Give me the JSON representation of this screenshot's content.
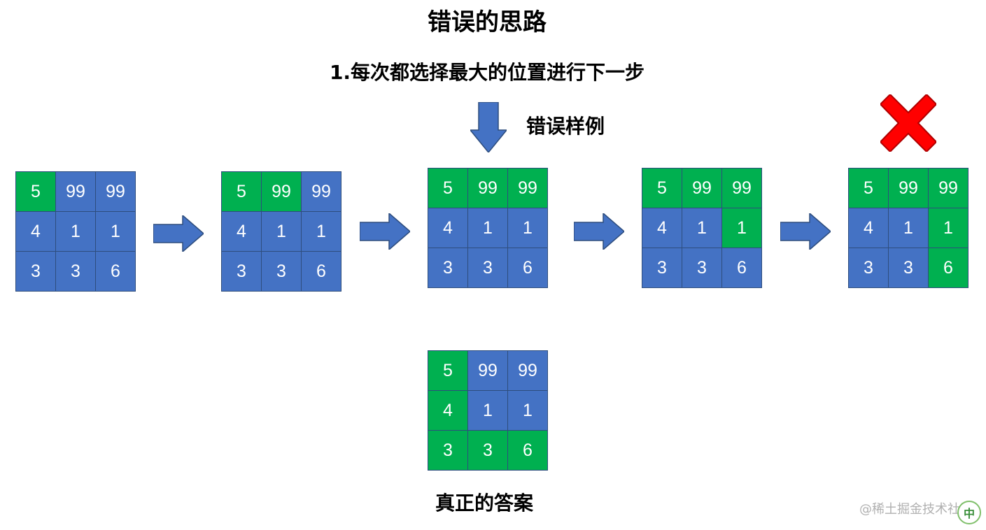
{
  "title": "错误的思路",
  "subtitle": "1.每次都选择最大的位置进行下一步",
  "wrong_example_label": "错误样例",
  "correct_answer_label": "真正的答案",
  "watermark": "@稀土掘金技术社区",
  "watermark_badge": "中",
  "colors": {
    "cell": "#4472c4",
    "highlight": "#00b050",
    "arrow": "#4472c4",
    "cross": "#ff0000"
  },
  "grids": [
    {
      "cells": [
        "5",
        "99",
        "99",
        "4",
        "1",
        "1",
        "3",
        "3",
        "6"
      ],
      "highlight": [
        true,
        false,
        false,
        false,
        false,
        false,
        false,
        false,
        false
      ]
    },
    {
      "cells": [
        "5",
        "99",
        "99",
        "4",
        "1",
        "1",
        "3",
        "3",
        "6"
      ],
      "highlight": [
        true,
        true,
        false,
        false,
        false,
        false,
        false,
        false,
        false
      ]
    },
    {
      "cells": [
        "5",
        "99",
        "99",
        "4",
        "1",
        "1",
        "3",
        "3",
        "6"
      ],
      "highlight": [
        true,
        true,
        true,
        false,
        false,
        false,
        false,
        false,
        false
      ]
    },
    {
      "cells": [
        "5",
        "99",
        "99",
        "4",
        "1",
        "1",
        "3",
        "3",
        "6"
      ],
      "highlight": [
        true,
        true,
        true,
        false,
        false,
        true,
        false,
        false,
        false
      ]
    },
    {
      "cells": [
        "5",
        "99",
        "99",
        "4",
        "1",
        "1",
        "3",
        "3",
        "6"
      ],
      "highlight": [
        true,
        true,
        true,
        false,
        false,
        true,
        false,
        false,
        true
      ]
    },
    {
      "cells": [
        "5",
        "99",
        "99",
        "4",
        "1",
        "1",
        "3",
        "3",
        "6"
      ],
      "highlight": [
        true,
        false,
        false,
        true,
        false,
        false,
        true,
        true,
        true
      ]
    }
  ]
}
